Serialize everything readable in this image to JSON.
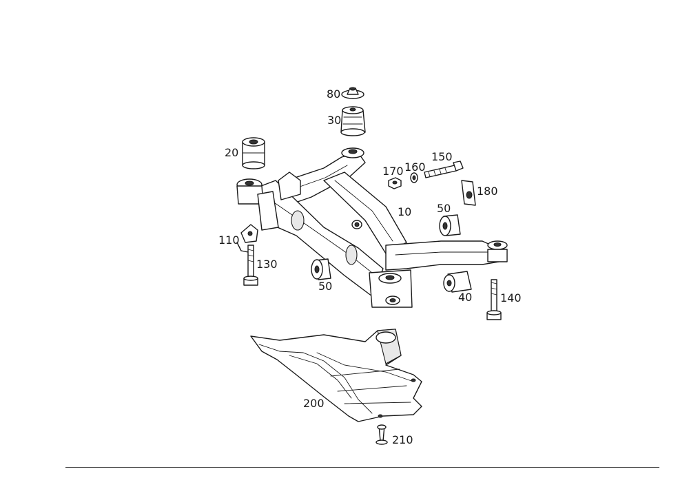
{
  "diagram": {
    "callouts": [
      "80",
      "30",
      "20",
      "170",
      "160",
      "150",
      "180",
      "10",
      "50",
      "110",
      "130",
      "50",
      "40",
      "140",
      "200",
      "210"
    ]
  },
  "colors": {
    "line": "#1a1a1a",
    "background": "#ffffff",
    "rule": "#444444"
  }
}
